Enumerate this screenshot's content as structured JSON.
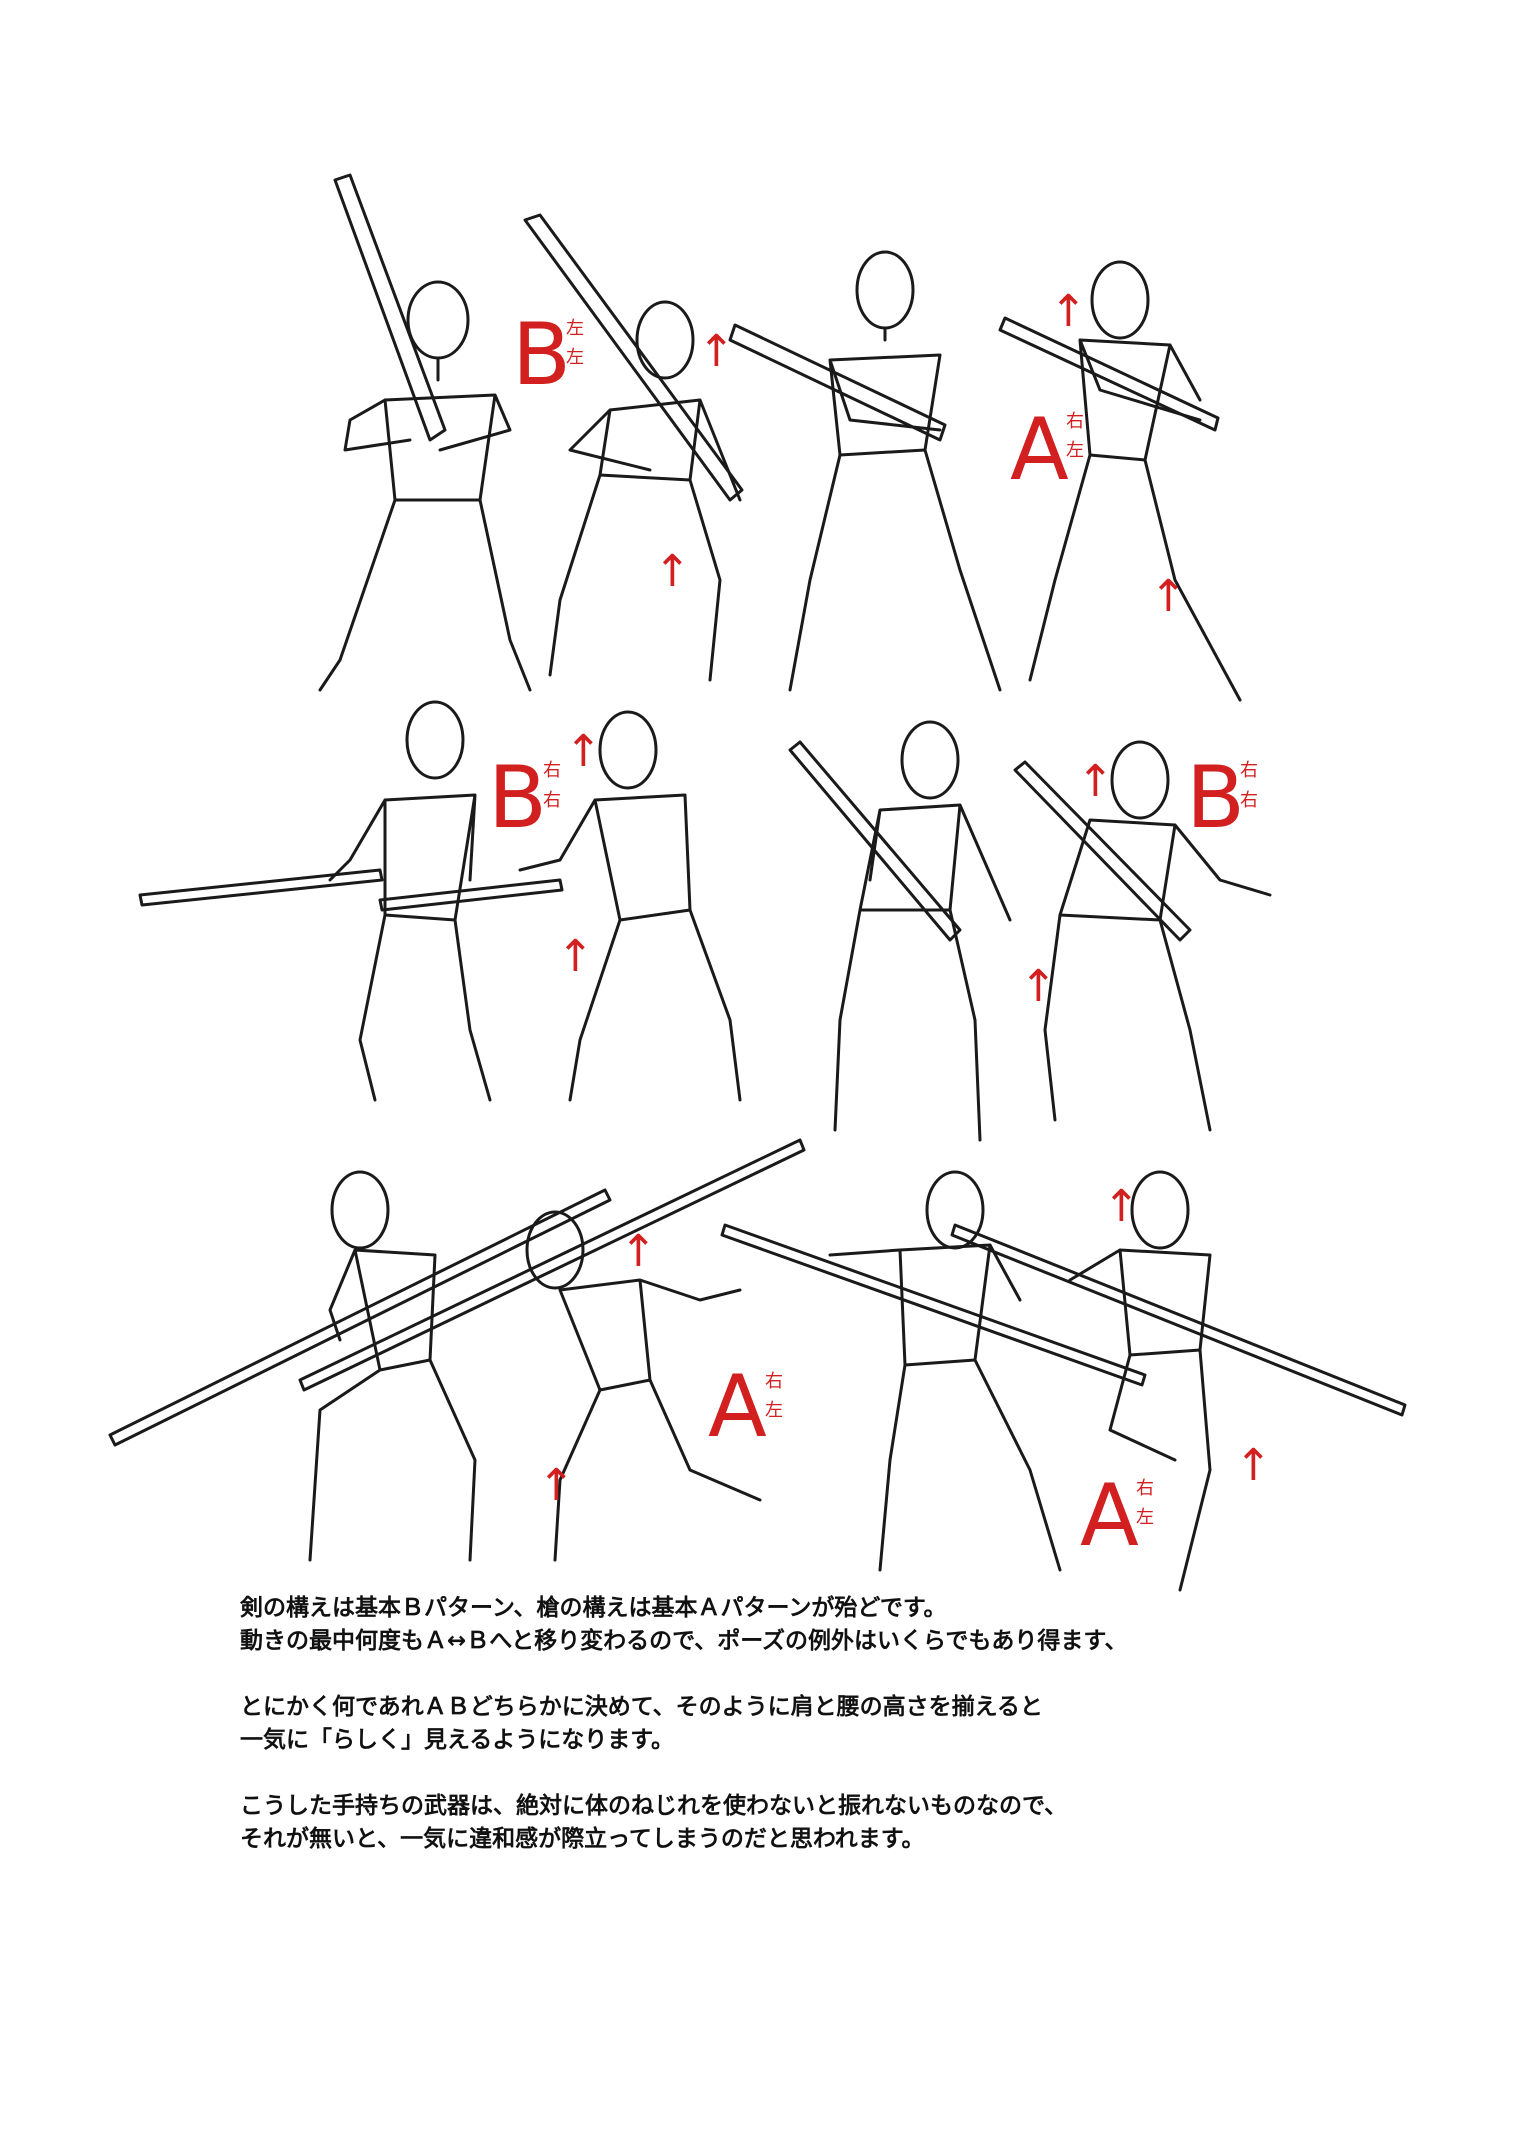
{
  "accent_color": "#d21f1f",
  "pose_labels": [
    {
      "letter": "B",
      "sub": [
        "左",
        "左"
      ]
    },
    {
      "letter": "A",
      "sub": [
        "右",
        "左"
      ]
    },
    {
      "letter": "B",
      "sub": [
        "右",
        "右"
      ]
    },
    {
      "letter": "B",
      "sub": [
        "右",
        "右"
      ]
    },
    {
      "letter": "A",
      "sub": [
        "右",
        "左"
      ]
    },
    {
      "letter": "A",
      "sub": [
        "右",
        "左"
      ]
    }
  ],
  "arrow_glyph": "↑",
  "paragraphs": [
    [
      "剣の構えは基本Ｂパターン、槍の構えは基本Ａパターンが殆どです。",
      "動きの最中何度もＡ↔Ｂへと移り変わるので、ポーズの例外はいくらでもあり得ます、"
    ],
    [
      "とにかく何であれＡＢどちらかに決めて、そのように肩と腰の高さを揃えると",
      "一気に「らしく」見えるようになります。"
    ],
    [
      "こうした手持ちの武器は、絶対に体のねじれを使わないと振れないものなので、",
      "それが無いと、一気に違和感が際立ってしまうのだと思われます。"
    ]
  ]
}
